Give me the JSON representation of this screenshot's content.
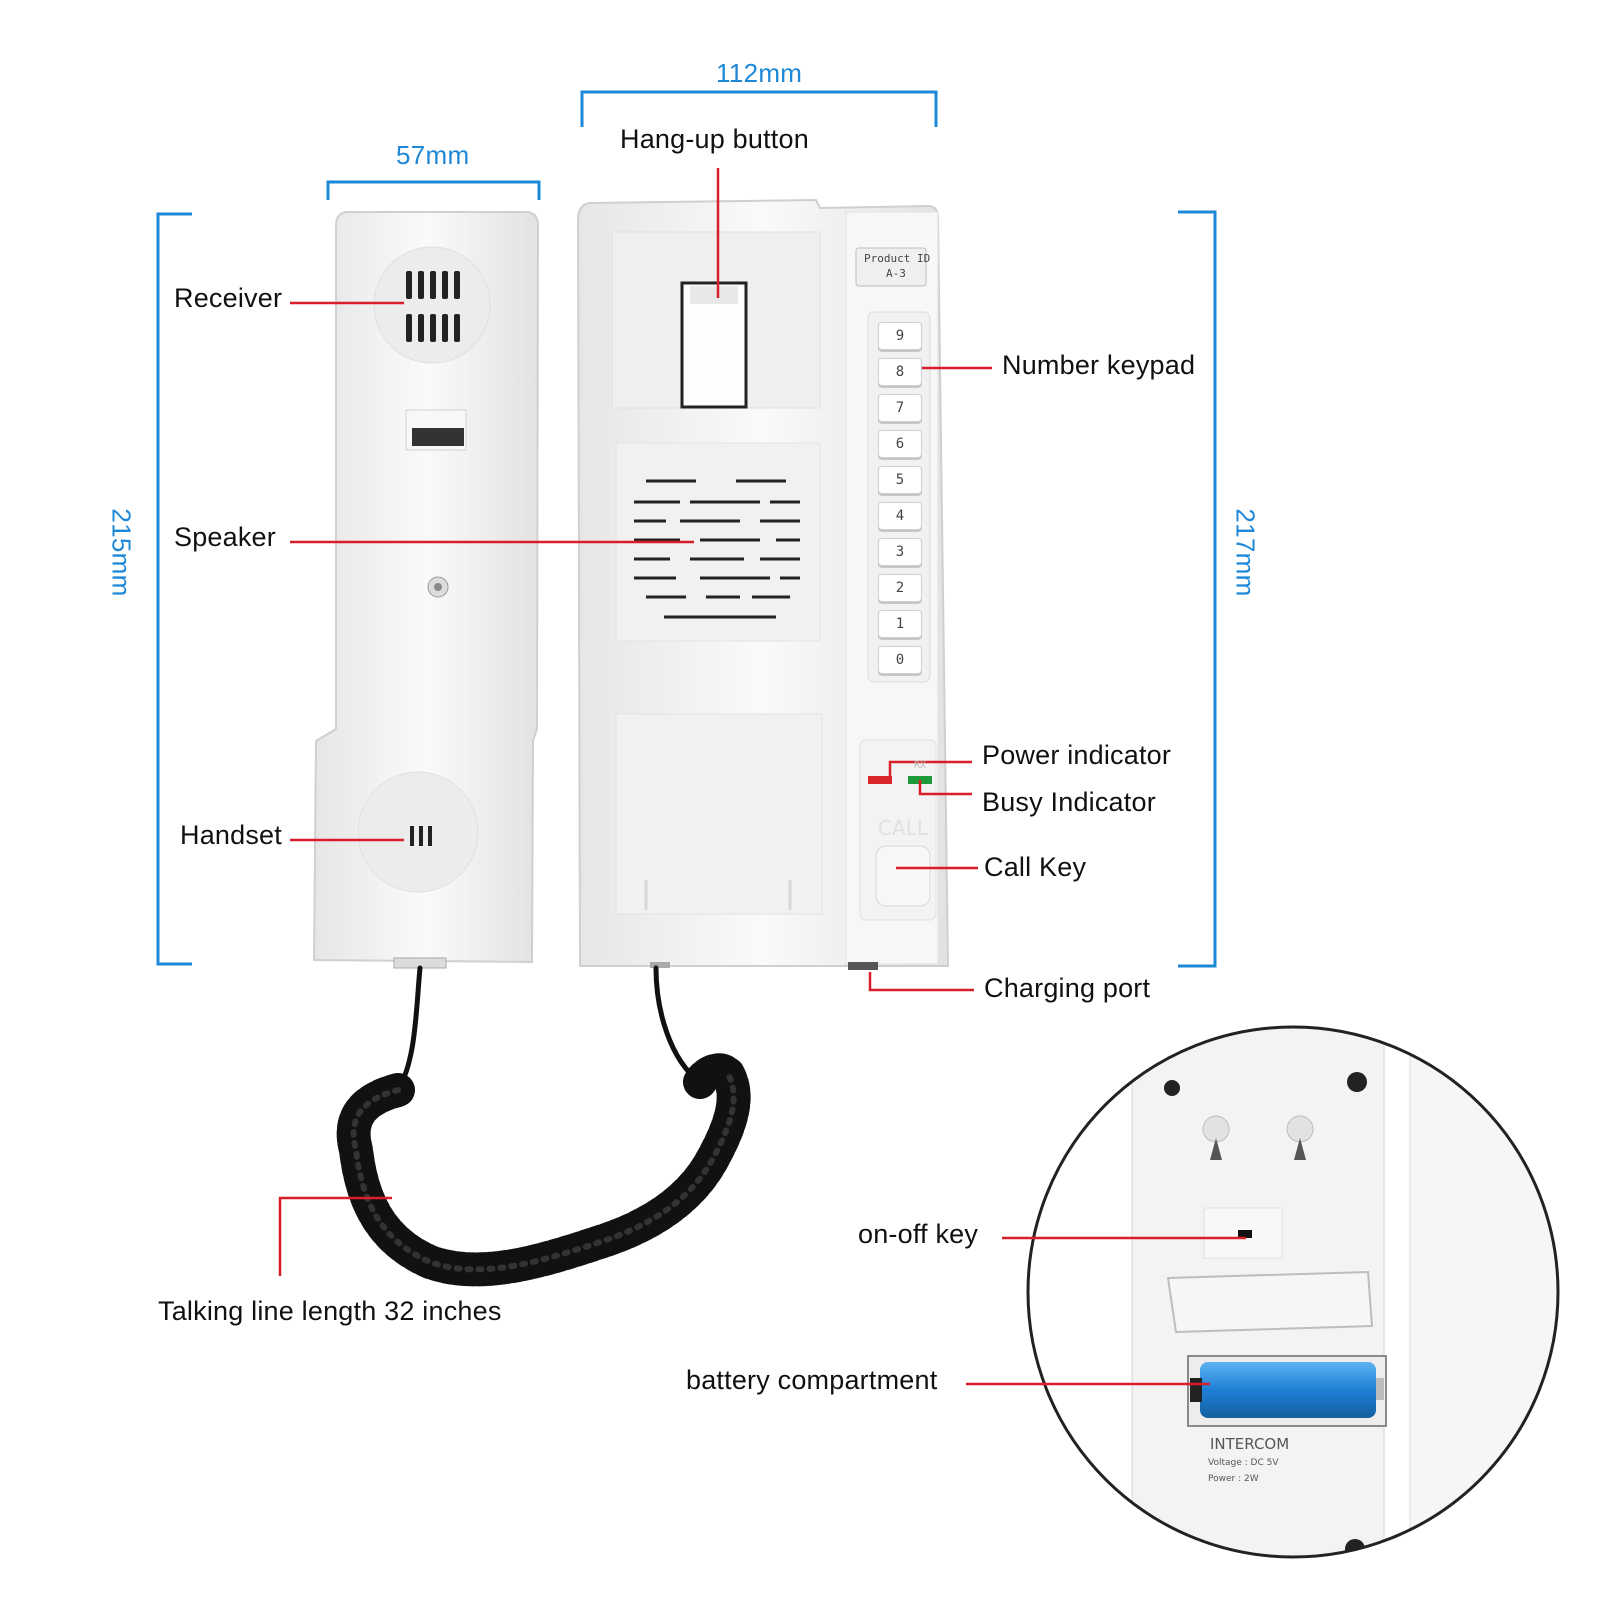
{
  "dimensions": {
    "handset_width": "57mm",
    "base_width": "112mm",
    "handset_height": "215mm",
    "base_height": "217mm"
  },
  "device_text": {
    "product_id_label": "Product ID",
    "product_id_value": "A-3",
    "keypad_keys": [
      "9",
      "8",
      "7",
      "6",
      "5",
      "4",
      "3",
      "2",
      "1",
      "0"
    ],
    "call_button": "CALL",
    "indicator_text": "RX"
  },
  "callouts": {
    "receiver": "Receiver",
    "speaker": "Speaker",
    "handset": "Handset",
    "hang_up_button": "Hang-up button",
    "number_keypad": "Number keypad",
    "power_indicator": "Power indicator",
    "busy_indicator": "Busy Indicator",
    "call_key": "Call Key",
    "charging_port": "Charging port",
    "talking_line": "Talking line length 32 inches",
    "on_off_key": "on-off key",
    "battery_compartment": "battery compartment"
  },
  "inset_label": {
    "brand": "INTERCOM",
    "voltage": "Voltage : DC 5V",
    "power": "Power : 2W"
  },
  "colors": {
    "dimension": "#1e88d8",
    "leader": "#d81e2a",
    "text": "#111111",
    "device": "#f4f4f4",
    "battery": "#1f7fd6",
    "power_led": "#d8262a",
    "busy_led": "#1f9a3a"
  }
}
